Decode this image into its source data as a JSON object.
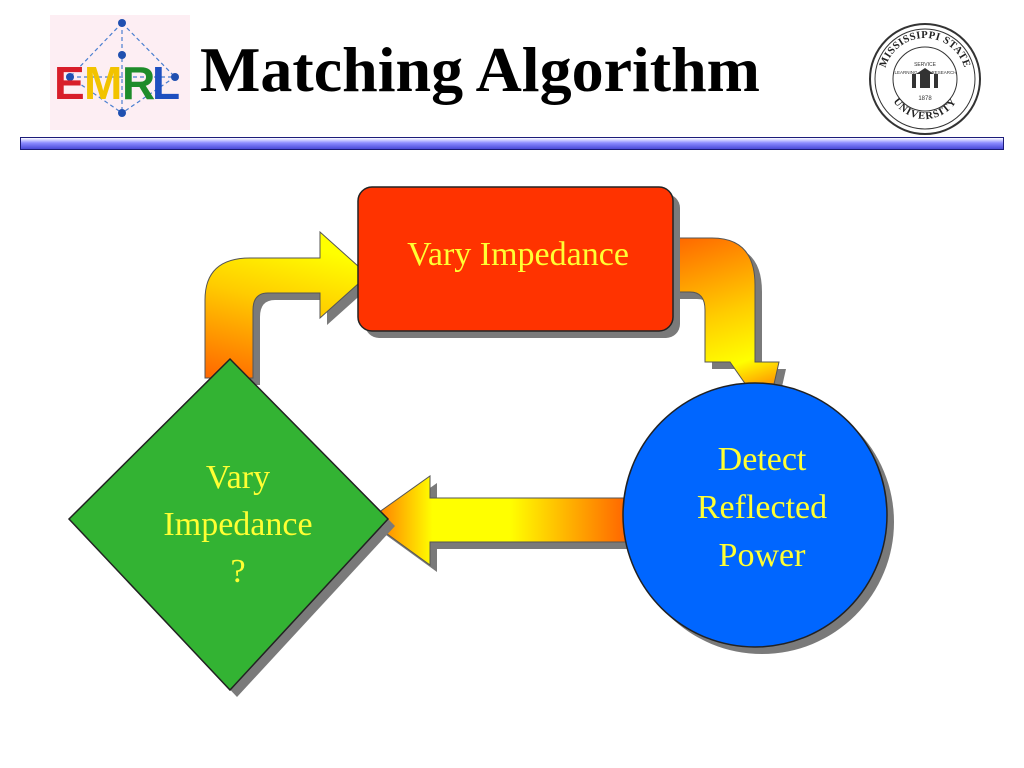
{
  "slide": {
    "title": "Matching Algorithm"
  },
  "logos": {
    "left_logo_text": "EMRL",
    "right_seal": {
      "top_text": "MISSISSIPPI STATE",
      "bottom_text": "UNIVERSITY",
      "center_words": [
        "LEARNING",
        "SERVICE",
        "RESEARCH"
      ],
      "year": "1878"
    }
  },
  "diagram": {
    "process_box": {
      "label": "Vary Impedance"
    },
    "detect_circle": {
      "lines": [
        "Detect",
        "Reflected",
        "Power"
      ]
    },
    "decision_diamond": {
      "lines": [
        "Vary",
        "Impedance",
        "?"
      ]
    }
  },
  "colors": {
    "process_fill": "#ff3300",
    "detect_fill": "#0066ff",
    "decision_fill": "#33b333",
    "node_text": "#ffff33",
    "arrow_start": "#ff6600",
    "arrow_end": "#ffff00"
  }
}
